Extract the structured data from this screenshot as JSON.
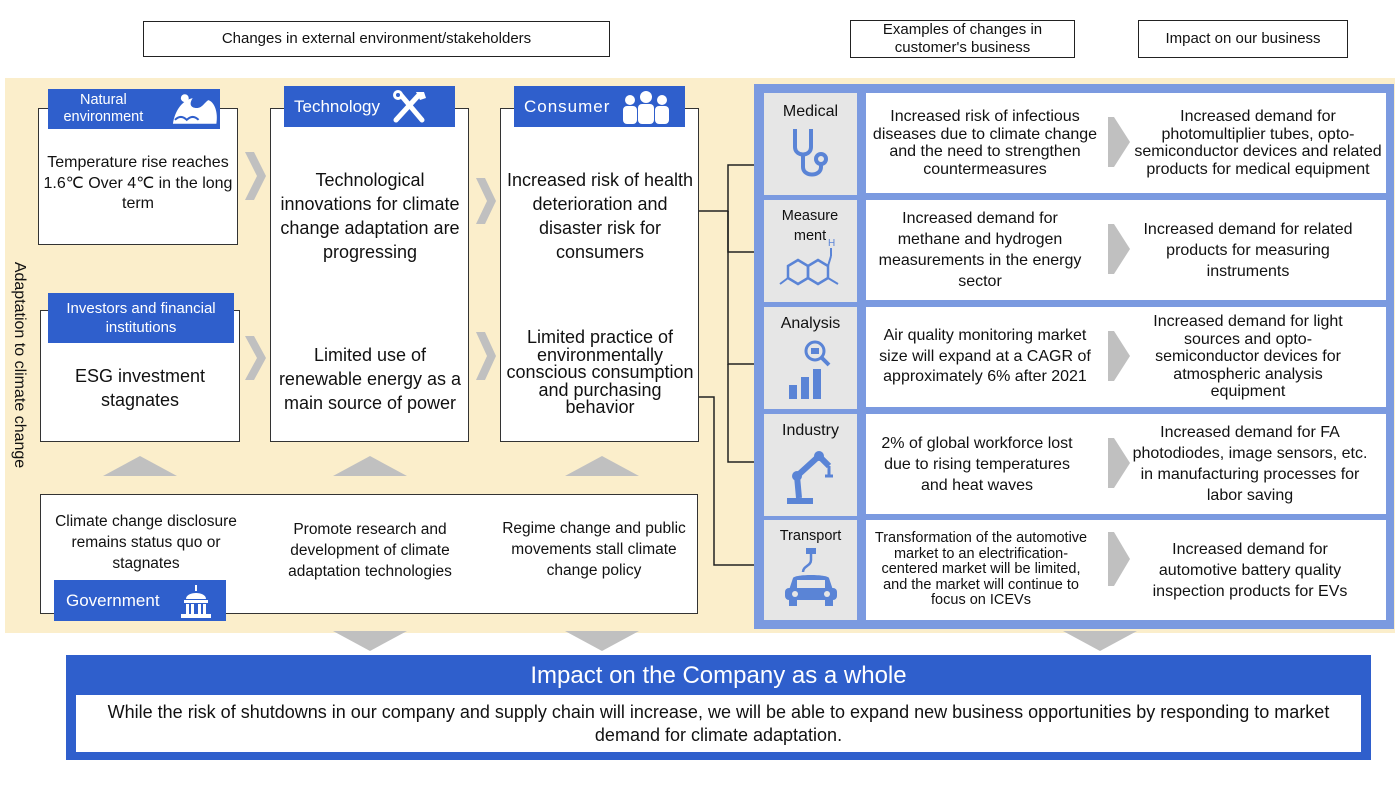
{
  "headers": {
    "external": "Changes in external environment/stakeholders",
    "customer": "Examples of changes in customer's business",
    "impact": "Impact on our business"
  },
  "side_label": "Adaptation to climate change",
  "factors": {
    "natural": {
      "tag": "Natural environment",
      "text": "Temperature rise reaches 1.6℃ Over 4℃ in the long term"
    },
    "investors": {
      "tag": "Investors and financial institutions",
      "text": "ESG investment stagnates"
    },
    "technology": {
      "tag": "Technology",
      "text1": "Technological innovations for climate change adaptation are progressing",
      "text2": "Limited use of renewable energy as a main source of power"
    },
    "consumer": {
      "tag": "Consumer",
      "text1": "Increased risk of health deterioration and disaster risk for consumers",
      "text2": "Limited practice of environmentally conscious consumption and purchasing behavior"
    },
    "government": {
      "tag": "Government",
      "items": [
        "Climate change disclosure remains status quo or stagnates",
        "Promote research and development of climate adaptation technologies",
        "Regime change and public movements stall climate change policy"
      ]
    }
  },
  "sectors": [
    {
      "label": "Medical",
      "icon": "stethoscope-icon",
      "change": "Increased risk of infectious diseases due to climate change and the need to strengthen countermeasures",
      "impact": "Increased demand for photomultiplier tubes, opto-semiconductor devices and related products for medical equipment"
    },
    {
      "label": "Measure ment",
      "icon": "molecule-icon",
      "change": "Increased demand for methane and hydrogen measurements in the energy sector",
      "impact": "Increased demand for related products for measuring instruments"
    },
    {
      "label": "Analysis",
      "icon": "analysis-chart-icon",
      "change": "Air quality monitoring market size will expand at a CAGR of approximately 6% after 2021",
      "impact": "Increased demand for light sources and opto-semiconductor devices for atmospheric analysis equipment"
    },
    {
      "label": "Industry",
      "icon": "robot-arm-icon",
      "change": "2% of global workforce lost due to rising temperatures and heat waves",
      "impact": "Increased demand for FA photodiodes, image sensors, etc. in manufacturing processes for labor saving"
    },
    {
      "label": "Transport",
      "icon": "electric-car-icon",
      "change": "Transformation of the automotive market to an electrification-centered market will be limited, and the market will continue to focus on ICEVs",
      "impact": "Increased demand for automotive battery quality inspection products for EVs"
    }
  ],
  "company": {
    "title": "Impact on the Company as a whole",
    "text": "While the risk of shutdowns in our company and supply chain will increase, we will be able to expand new business opportunities by responding to market demand for climate adaptation."
  },
  "colors": {
    "blue": "#2f5fcc",
    "cream": "#fbeecb",
    "panel": "#7b9ae0",
    "arrow": "#c0c0c0"
  }
}
